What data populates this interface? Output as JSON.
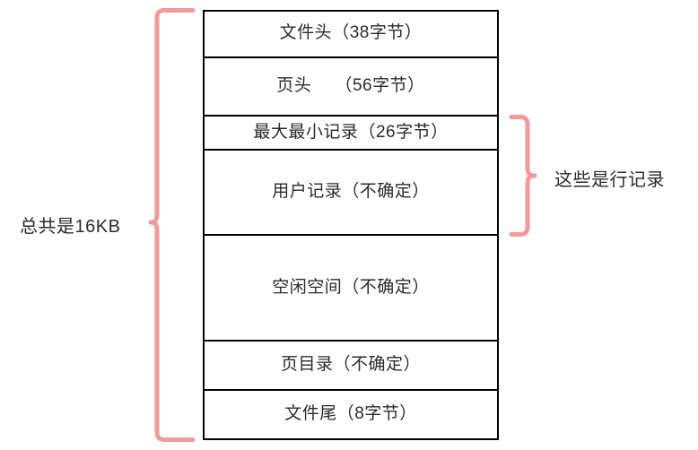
{
  "diagram": {
    "title_semantic": "innodb-page-structure",
    "accent_color": "#f09a9a",
    "border_color": "#000000",
    "text_color": "#2b2b2b"
  },
  "page_box": {
    "segments": [
      {
        "name": "file-header",
        "label": "文件头",
        "gap": false,
        "size": "（38字节）"
      },
      {
        "name": "page-header",
        "label": "页头",
        "gap": true,
        "size": "（56字节）"
      },
      {
        "name": "min-max-records",
        "label": "最大最小记录",
        "gap": false,
        "size": "（26字节）"
      },
      {
        "name": "user-records",
        "label": "用户记录",
        "gap": false,
        "size": "（不确定）"
      },
      {
        "name": "free-space",
        "label": "空闲空间",
        "gap": false,
        "size": "（不确定）"
      },
      {
        "name": "page-directory",
        "label": "页目录",
        "gap": false,
        "size": "（不确定）"
      },
      {
        "name": "file-trailer",
        "label": "文件尾",
        "gap": false,
        "size": "（8字节）"
      }
    ]
  },
  "annotations": {
    "total_size": "总共是16KB",
    "row_records": "这些是行记录"
  }
}
